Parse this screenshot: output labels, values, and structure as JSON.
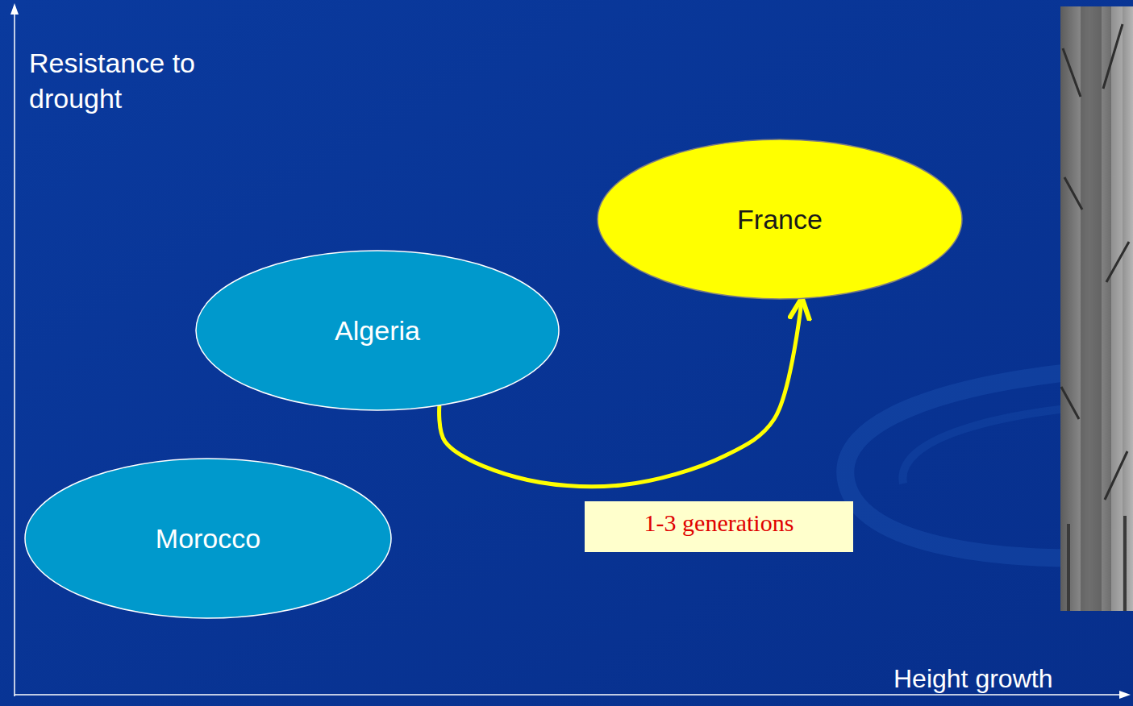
{
  "diagram": {
    "nodes": [
      {
        "text": [
          "France"
        ]
      },
      {
        "text": [
          "Algeria"
        ]
      },
      {
        "text": [
          "Morocco"
        ]
      }
    ],
    "edges": [
      {
        "from": 1,
        "to": 0,
        "arrow": "to",
        "label": "1-3 generations"
      }
    ],
    "labels": [
      "Resistance to drought",
      "Height growth"
    ]
  }
}
